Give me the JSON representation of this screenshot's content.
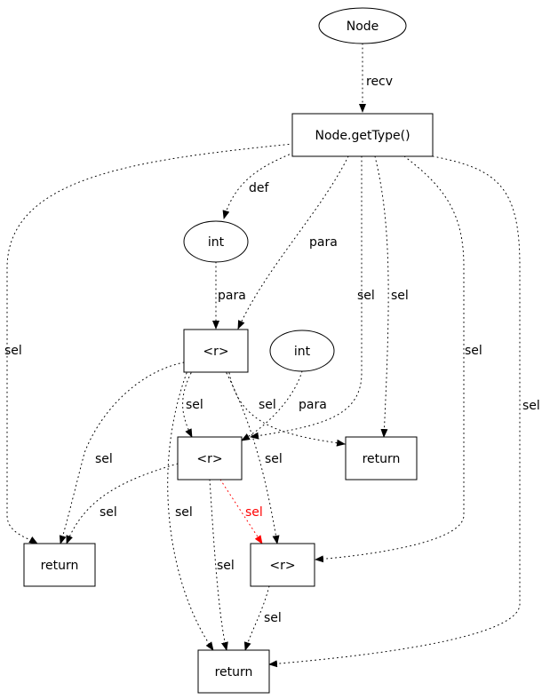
{
  "diagram": {
    "type": "directed-graph",
    "default_edge_color": "#000000",
    "highlight_edge_color": "#ff0000",
    "nodes": [
      {
        "id": "n_node",
        "label": "Node",
        "shape": "ellipse"
      },
      {
        "id": "n_gettype",
        "label": "Node.getType()",
        "shape": "box"
      },
      {
        "id": "n_int1",
        "label": "int",
        "shape": "ellipse"
      },
      {
        "id": "n_r1",
        "label": "<r>",
        "shape": "box"
      },
      {
        "id": "n_int2",
        "label": "int",
        "shape": "ellipse"
      },
      {
        "id": "n_r2",
        "label": "<r>",
        "shape": "box"
      },
      {
        "id": "n_ret1",
        "label": "return",
        "shape": "box"
      },
      {
        "id": "n_retL",
        "label": "return",
        "shape": "box"
      },
      {
        "id": "n_r3",
        "label": "<r>",
        "shape": "box"
      },
      {
        "id": "n_retB",
        "label": "return",
        "shape": "box"
      }
    ],
    "edges": [
      {
        "from": "n_node",
        "to": "n_gettype",
        "label": "recv",
        "style": "dotted",
        "highlight": false
      },
      {
        "from": "n_gettype",
        "to": "n_int1",
        "label": "def",
        "style": "dotted",
        "highlight": false
      },
      {
        "from": "n_gettype",
        "to": "n_r1",
        "label": "para",
        "style": "dotted",
        "highlight": false
      },
      {
        "from": "n_gettype",
        "to": "n_retL",
        "label": "sel",
        "style": "dotted",
        "highlight": false
      },
      {
        "from": "n_gettype",
        "to": "n_r2",
        "label": "sel",
        "style": "dotted",
        "highlight": false
      },
      {
        "from": "n_gettype",
        "to": "n_ret1",
        "label": "sel",
        "style": "dotted",
        "highlight": false
      },
      {
        "from": "n_gettype",
        "to": "n_r3",
        "label": "sel",
        "style": "dotted",
        "highlight": false
      },
      {
        "from": "n_gettype",
        "to": "n_retB",
        "label": "sel",
        "style": "dotted",
        "highlight": false
      },
      {
        "from": "n_int1",
        "to": "n_r1",
        "label": "para",
        "style": "dotted",
        "highlight": false
      },
      {
        "from": "n_r1",
        "to": "n_r2",
        "label": "sel",
        "style": "dotted",
        "highlight": false
      },
      {
        "from": "n_r1",
        "to": "n_ret1",
        "label": "sel",
        "style": "dotted",
        "highlight": false
      },
      {
        "from": "n_r1",
        "to": "n_retL",
        "label": "sel",
        "style": "dotted",
        "highlight": false
      },
      {
        "from": "n_r1",
        "to": "n_r3",
        "label": "sel",
        "style": "dotted",
        "highlight": false
      },
      {
        "from": "n_r1",
        "to": "n_retB",
        "label": "sel",
        "style": "dotted",
        "highlight": false
      },
      {
        "from": "n_int2",
        "to": "n_r2",
        "label": "para",
        "style": "dotted",
        "highlight": false
      },
      {
        "from": "n_r2",
        "to": "n_retL",
        "label": "sel",
        "style": "dotted",
        "highlight": false
      },
      {
        "from": "n_r2",
        "to": "n_r3",
        "label": "sel",
        "style": "dotted",
        "highlight": true
      },
      {
        "from": "n_r2",
        "to": "n_retB",
        "label": "sel",
        "style": "dotted",
        "highlight": false
      },
      {
        "from": "n_r3",
        "to": "n_retB",
        "label": "sel",
        "style": "dotted",
        "highlight": false
      }
    ]
  }
}
